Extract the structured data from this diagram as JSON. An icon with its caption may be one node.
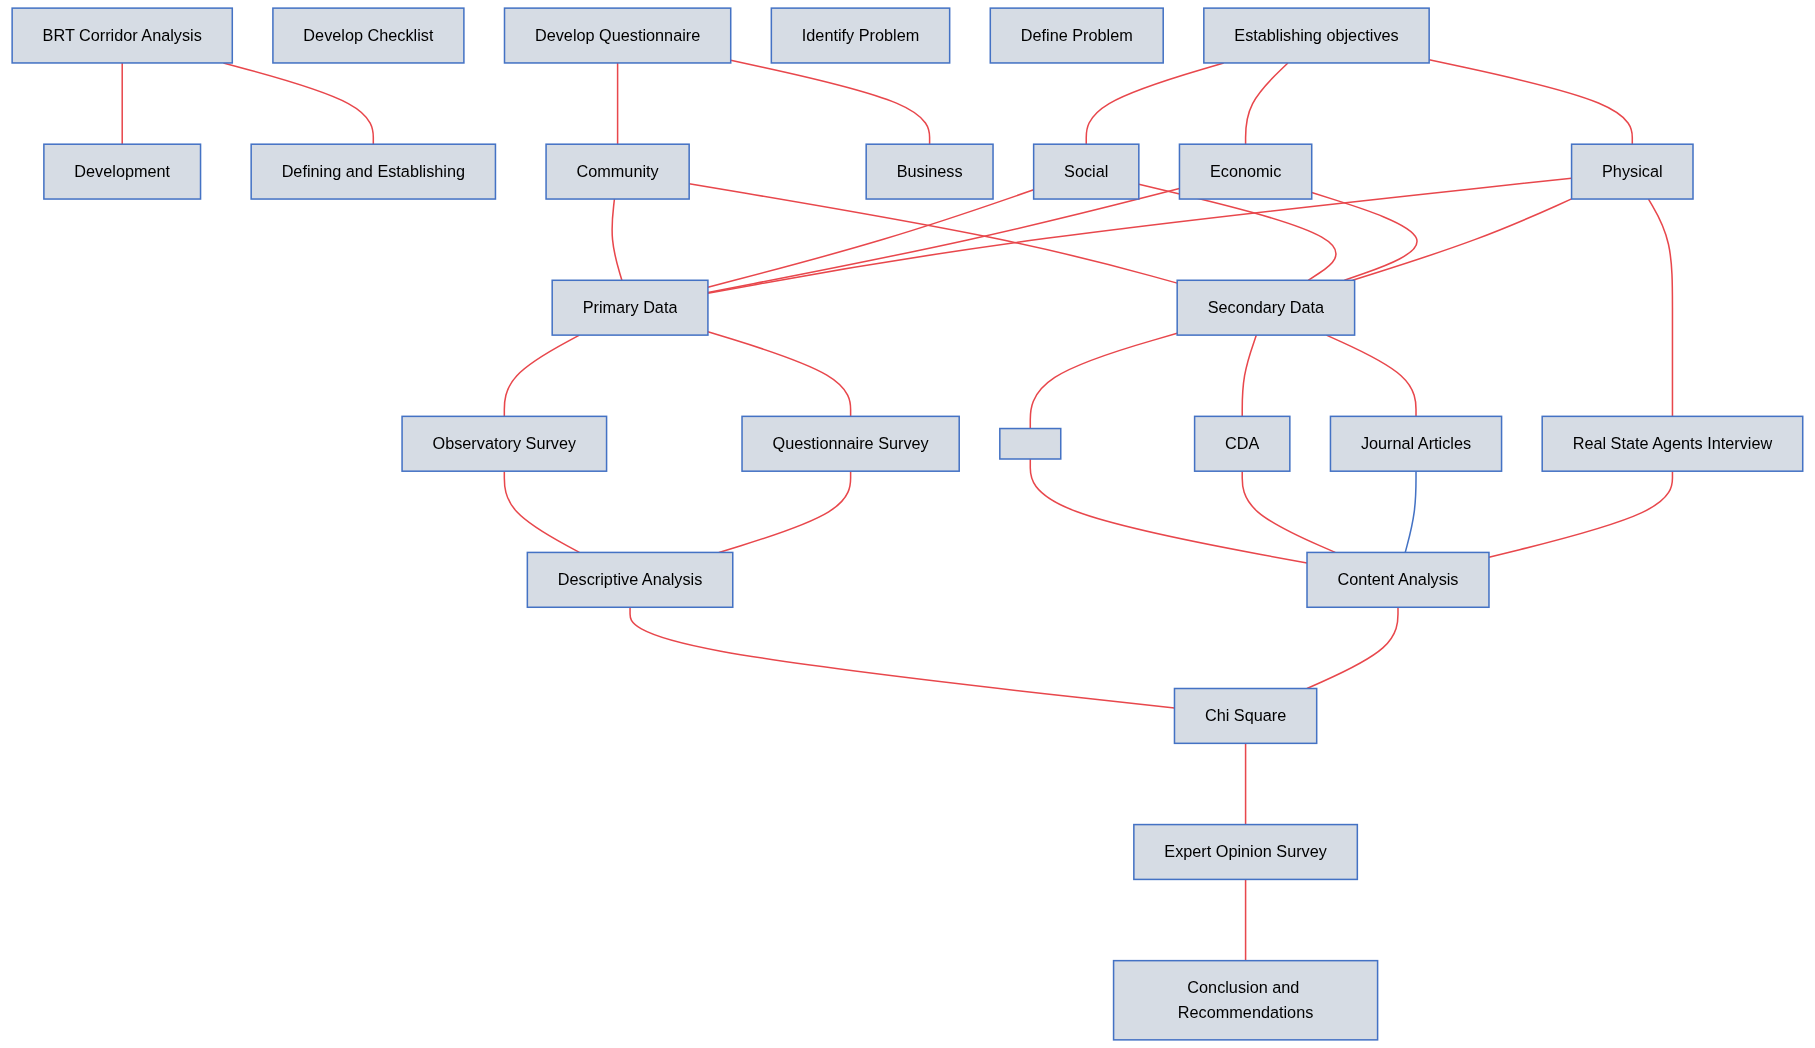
{
  "diagram": {
    "nodes": [
      {
        "text": [
          "BRT Corridor Analysis"
        ]
      },
      {
        "text": [
          "Development"
        ]
      },
      {
        "text": [
          "Defining and Establishing"
        ]
      },
      {
        "text": [
          "Develop Checklist"
        ]
      },
      {
        "text": [
          "Develop Questionnaire"
        ]
      },
      {
        "text": [
          "Identify Problem"
        ]
      },
      {
        "text": [
          "Define Problem"
        ]
      },
      {
        "text": [
          "Establishing objectives"
        ]
      },
      {
        "text": [
          "Community"
        ]
      },
      {
        "text": [
          "Business"
        ]
      },
      {
        "text": [
          "Social"
        ]
      },
      {
        "text": [
          "Economic"
        ]
      },
      {
        "text": [
          "Physical"
        ]
      },
      {
        "text": [
          "Primary Data"
        ]
      },
      {
        "text": [
          "Secondary Data"
        ]
      },
      {
        "text": [
          "Observatory Survey"
        ]
      },
      {
        "text": [
          "Questionnaire Survey"
        ]
      },
      {
        "text": [],
        "shape": "box"
      },
      {
        "text": [
          "CDA"
        ]
      },
      {
        "text": [
          "Journal Articles"
        ]
      },
      {
        "text": [
          "Real State Agents Interview"
        ]
      },
      {
        "text": [
          "Descriptive Analysis"
        ]
      },
      {
        "text": [
          "Content Analysis"
        ]
      },
      {
        "text": [
          "Chi Square"
        ]
      },
      {
        "text": [
          "Expert Opinion Survey"
        ]
      },
      {
        "text": [
          "Conclusion and Recommendations"
        ]
      }
    ],
    "edges": [
      {
        "from": 0,
        "to": 1,
        "arrow": "none"
      },
      {
        "from": 0,
        "to": 2,
        "arrow": "none"
      },
      {
        "from": 4,
        "to": 8,
        "arrow": "none"
      },
      {
        "from": 4,
        "to": 9,
        "arrow": "none"
      },
      {
        "from": 7,
        "to": 10,
        "arrow": "none"
      },
      {
        "from": 7,
        "to": 11,
        "arrow": "none"
      },
      {
        "from": 7,
        "to": 12,
        "arrow": "none"
      },
      {
        "from": 8,
        "to": 13,
        "arrow": "none"
      },
      {
        "from": 8,
        "to": 14,
        "arrow": "none"
      },
      {
        "from": 10,
        "to": 13,
        "arrow": "none"
      },
      {
        "from": 10,
        "to": 14,
        "arrow": "none"
      },
      {
        "from": 11,
        "to": 13,
        "arrow": "none"
      },
      {
        "from": 11,
        "to": 14,
        "arrow": "none"
      },
      {
        "from": 12,
        "to": 13,
        "arrow": "none"
      },
      {
        "from": 12,
        "to": 14,
        "arrow": "none"
      },
      {
        "from": 13,
        "to": 15,
        "arrow": "none"
      },
      {
        "from": 13,
        "to": 16,
        "arrow": "none"
      },
      {
        "from": 14,
        "to": 17,
        "arrow": "none"
      },
      {
        "from": 14,
        "to": 18,
        "arrow": "none"
      },
      {
        "from": 14,
        "to": 19,
        "arrow": "none"
      },
      {
        "from": 12,
        "to": 20,
        "arrow": "none"
      },
      {
        "from": 15,
        "to": 21,
        "arrow": "none"
      },
      {
        "from": 16,
        "to": 21,
        "arrow": "none"
      },
      {
        "from": 17,
        "to": 22,
        "arrow": "none"
      },
      {
        "from": 18,
        "to": 22,
        "arrow": "none"
      },
      {
        "from": 19,
        "to": 22,
        "arrow": "none",
        "color": "#4472c4"
      },
      {
        "from": 20,
        "to": 22,
        "arrow": "none"
      },
      {
        "from": 21,
        "to": 23,
        "arrow": "none"
      },
      {
        "from": 22,
        "to": 23,
        "arrow": "none"
      },
      {
        "from": 23,
        "to": 24,
        "arrow": "none"
      },
      {
        "from": 24,
        "to": 25,
        "arrow": "none"
      }
    ]
  }
}
